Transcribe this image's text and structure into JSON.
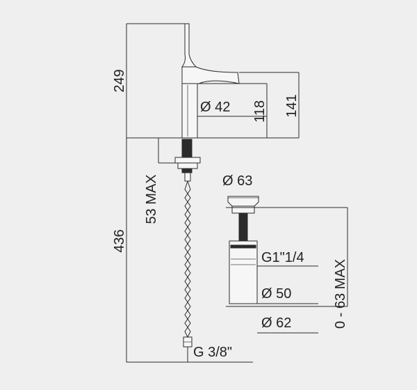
{
  "dimensions": {
    "overall_height": "249",
    "spout_diameter": "Ø 42",
    "spout_height": "118",
    "tap_height": "141",
    "max_thickness": "53 MAX",
    "hose_length": "436",
    "waste_top_diameter": "Ø 63",
    "waste_thread": "G1\"1/4",
    "waste_diameter_inner": "Ø 50",
    "waste_diameter_outer": "Ø 62",
    "waste_adjust": "0 - 63 MAX",
    "hose_thread": "G 3/8\""
  }
}
